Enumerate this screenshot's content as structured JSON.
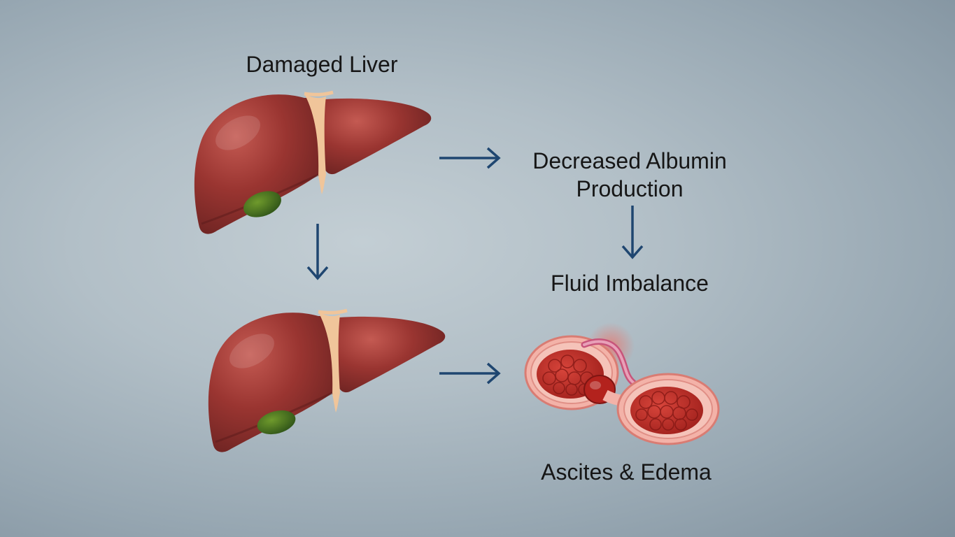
{
  "diagram": {
    "top_label": "Damaged Liver",
    "albumin_label_line1": "Decreased Albumin",
    "albumin_label_line2": "Production",
    "fluid_label": "Fluid Imbalance",
    "outcome_label": "Ascites & Edema"
  },
  "colors": {
    "liver": "#8e2f2c",
    "liver_dark": "#6a1f1e",
    "ligament": "#f0c59a",
    "gallbladder": "#3f6a1e",
    "arrow": "#1f4670",
    "tissue": "#e89990",
    "tissue_inner": "#b52a24",
    "text": "#161616"
  }
}
